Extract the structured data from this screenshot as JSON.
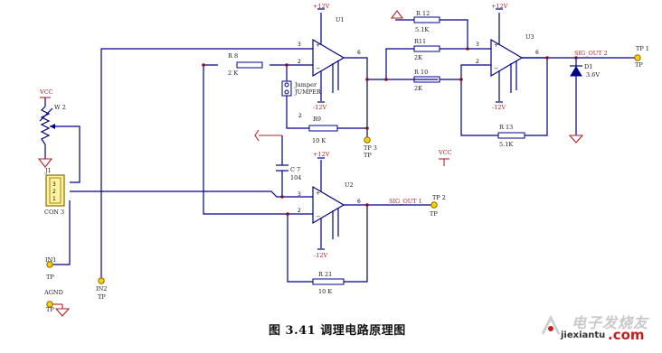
{
  "diagram": {
    "caption": "图 3.41 调理电路原理图",
    "components": {
      "u1": {
        "ref": "U1",
        "supply_pos": "+12V",
        "supply_neg": "-12V",
        "pin_in_pos": "3",
        "pin_in_neg": "2",
        "pin_out": "6"
      },
      "u2": {
        "ref": "U2",
        "supply_pos": "+12V",
        "supply_neg": "-12V",
        "pin_in_pos": "3",
        "pin_in_neg": "2",
        "pin_out": "6"
      },
      "u3": {
        "ref": "U3",
        "supply_pos": "+12V",
        "supply_neg": "-12V",
        "pin_in_pos": "3",
        "pin_in_neg": "2",
        "pin_out": "6"
      },
      "r8": {
        "ref": "R 8",
        "value": "2 K"
      },
      "r9": {
        "ref": "R9",
        "value": "10 K"
      },
      "r10": {
        "ref": "R 10",
        "value": "2K"
      },
      "r11": {
        "ref": "R11",
        "value": "2K"
      },
      "r12": {
        "ref": "R 12",
        "value": "5.1K"
      },
      "r13": {
        "ref": "R 13",
        "value": "5.1K"
      },
      "r21": {
        "ref": "R 21",
        "value": "10 K"
      },
      "r9_pin": "2",
      "c7": {
        "ref": "C 7",
        "value": "104"
      },
      "d1": {
        "ref": "D1",
        "value": "3.6V"
      },
      "w2": {
        "ref": "W 2"
      },
      "j1": {
        "ref": "J1",
        "name": "CON 3",
        "pins": [
          "3",
          "2",
          "1"
        ]
      },
      "jumper": {
        "ref": "Jumper",
        "name": "JUMPER"
      }
    },
    "nets": {
      "vcc_left": "VCC",
      "vcc_mid": "VCC",
      "sig_out1": "SIG_OUT 1",
      "sig_out2": "SIG_OUT 2"
    },
    "testpoints": {
      "tp1": {
        "ref": "TP 1",
        "type": "TP"
      },
      "tp2": {
        "ref": "TP 2",
        "type": "TP"
      },
      "tp3": {
        "ref": "TP 3",
        "type": "TP"
      },
      "in1": {
        "ref": "IN1",
        "type": "TP"
      },
      "in2": {
        "ref": "IN2",
        "type": "TP"
      },
      "agnd": {
        "ref": "AGND",
        "type": "TP"
      }
    }
  },
  "watermark": {
    "top_text": "电子发烧友",
    "bottom_text": "jiexiantu",
    "suffix": ".com"
  }
}
